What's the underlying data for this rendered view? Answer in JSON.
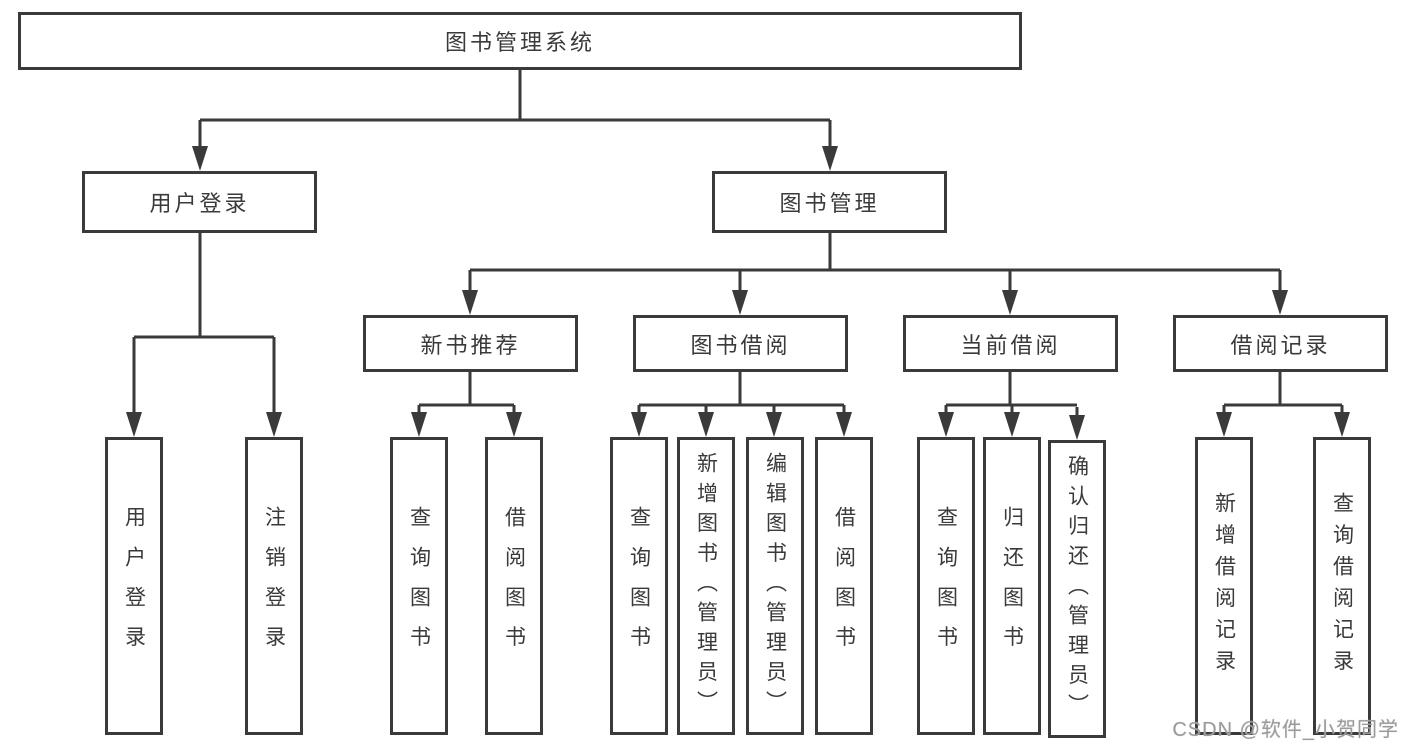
{
  "diagram": {
    "root": {
      "label": "图书管理系统"
    },
    "branches": [
      {
        "label": "用户登录",
        "children": [
          {
            "label": "用户登录"
          },
          {
            "label": "注销登录"
          }
        ]
      },
      {
        "label": "图书管理",
        "children": [
          {
            "label": "新书推荐",
            "children": [
              {
                "label": "查询图书"
              },
              {
                "label": "借阅图书"
              }
            ]
          },
          {
            "label": "图书借阅",
            "children": [
              {
                "label": "查询图书"
              },
              {
                "label": "新增图书（管理员）"
              },
              {
                "label": "编辑图书（管理员）"
              },
              {
                "label": "借阅图书"
              }
            ]
          },
          {
            "label": "当前借阅",
            "children": [
              {
                "label": "查询图书"
              },
              {
                "label": "归还图书"
              },
              {
                "label": "确认归还（管理员）"
              }
            ]
          },
          {
            "label": "借阅记录",
            "children": [
              {
                "label": "新增借阅记录"
              },
              {
                "label": "查询借阅记录"
              }
            ]
          }
        ]
      }
    ]
  },
  "watermark": {
    "text": "CSDN @软件_小贺同学"
  },
  "colors": {
    "line": "#3a3a3a",
    "text": "#3a3a3a",
    "background": "#ffffff",
    "watermark": "#9b9b9b"
  }
}
